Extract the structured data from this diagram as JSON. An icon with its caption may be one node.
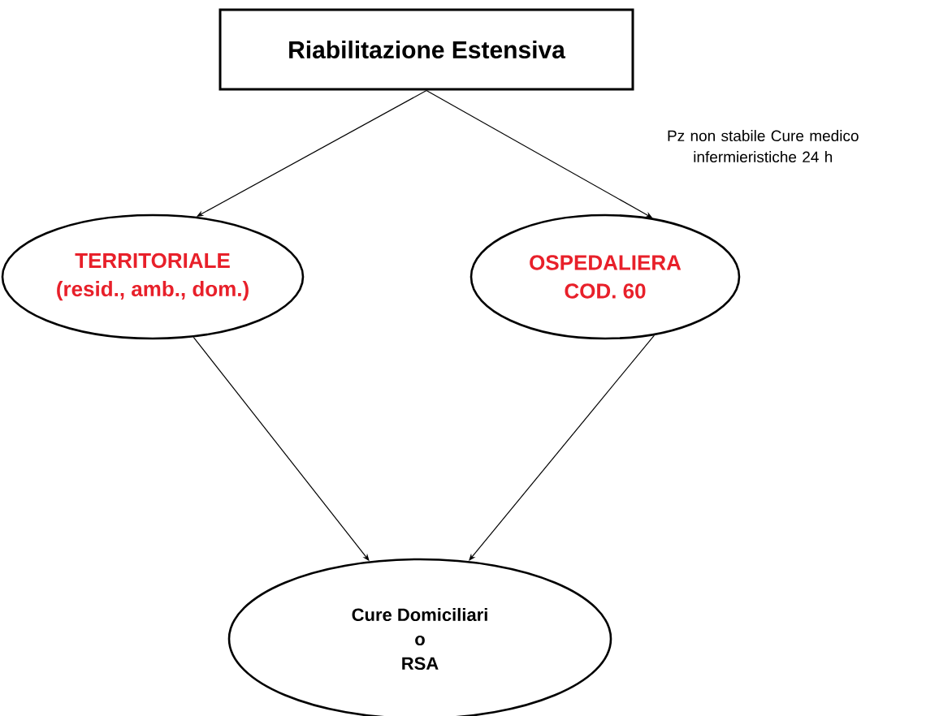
{
  "diagram": {
    "nodes": [
      {
        "text": [
          "Riabilitazione Estensiva"
        ]
      },
      {
        "text": [
          "TERRITORIALE",
          "(resid., amb., dom.)"
        ]
      },
      {
        "text": [
          "OSPEDALIERA",
          "COD. 60"
        ]
      },
      {
        "text": [
          "Cure Domiciliari",
          "o",
          "RSA"
        ]
      }
    ],
    "edges": [
      {
        "from": 0,
        "to": 1,
        "arrow": "to"
      },
      {
        "from": 0,
        "to": 2,
        "arrow": "to",
        "label": "Pz non stabile Cure medico infermieristiche 24 h"
      },
      {
        "from": 1,
        "to": 3,
        "arrow": "to"
      },
      {
        "from": 2,
        "to": 3,
        "arrow": "to"
      }
    ]
  }
}
